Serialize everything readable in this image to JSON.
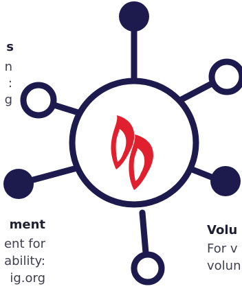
{
  "colors": {
    "navy": "#1d1a4d",
    "accent": "#e0202e",
    "background": "#ffffff"
  },
  "icons": {
    "center": "flame-petals-logo-icon"
  },
  "topleft": {
    "title": "s",
    "lines": [
      "n",
      ":",
      "g"
    ]
  },
  "engagement": {
    "title": "ment",
    "lines": [
      "ent for",
      "ability:",
      "ig.org"
    ]
  },
  "volunteer": {
    "title": "Volu",
    "lines": [
      "For v",
      "volun"
    ]
  }
}
